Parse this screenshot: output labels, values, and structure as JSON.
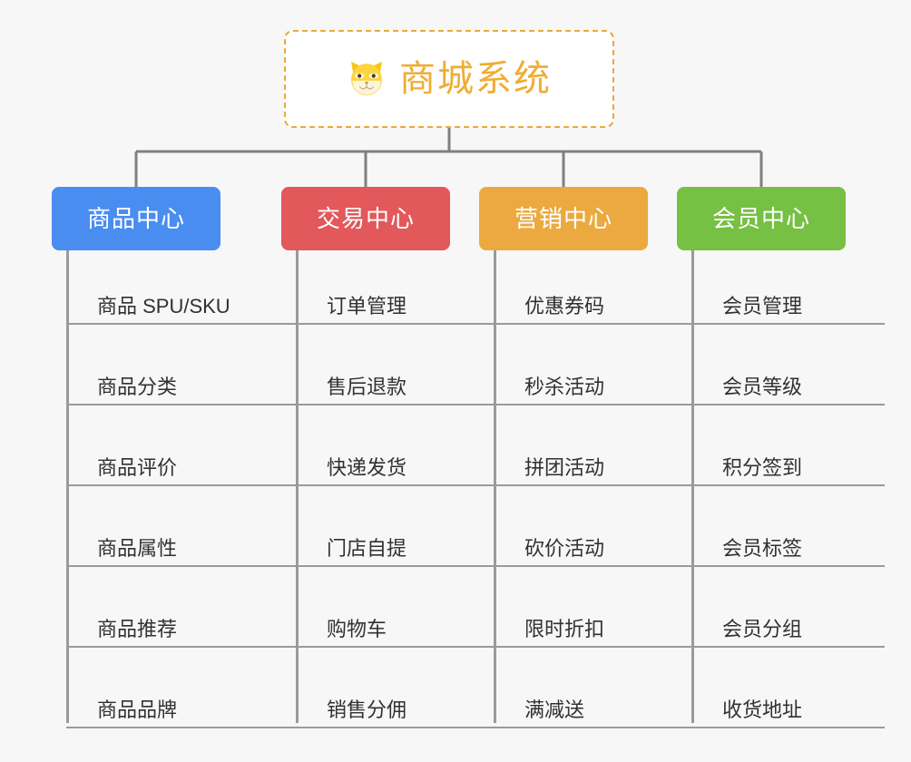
{
  "page": {
    "background_color": "#f7f7f7",
    "connector_color": "#808080",
    "leaf_text_color": "#303133",
    "leaf_rule_color": "#9a9a9a"
  },
  "root": {
    "title": "商城系统",
    "icon": "shiba-dog-icon",
    "text_color": "#efad33",
    "border_color": "#e9a93c",
    "background_color": "#ffffff"
  },
  "categories": [
    {
      "label": "商品中心",
      "color": "#4a8df0",
      "items": [
        {
          "label": "商品 SPU/SKU"
        },
        {
          "label": "商品分类"
        },
        {
          "label": "商品评价"
        },
        {
          "label": "商品属性"
        },
        {
          "label": "商品推荐"
        },
        {
          "label": "商品品牌"
        }
      ]
    },
    {
      "label": "交易中心",
      "color": "#e2585b",
      "items": [
        {
          "label": "订单管理"
        },
        {
          "label": "售后退款"
        },
        {
          "label": "快递发货"
        },
        {
          "label": "门店自提"
        },
        {
          "label": "购物车"
        },
        {
          "label": "销售分佣"
        }
      ]
    },
    {
      "label": "营销中心",
      "color": "#eba93f",
      "items": [
        {
          "label": "优惠券码"
        },
        {
          "label": "秒杀活动"
        },
        {
          "label": "拼团活动"
        },
        {
          "label": "砍价活动"
        },
        {
          "label": "限时折扣"
        },
        {
          "label": "满减送"
        }
      ]
    },
    {
      "label": "会员中心",
      "color": "#76c043",
      "items": [
        {
          "label": "会员管理"
        },
        {
          "label": "会员等级"
        },
        {
          "label": "积分签到"
        },
        {
          "label": "会员标签"
        },
        {
          "label": "会员分组"
        },
        {
          "label": "收货地址"
        }
      ]
    }
  ]
}
